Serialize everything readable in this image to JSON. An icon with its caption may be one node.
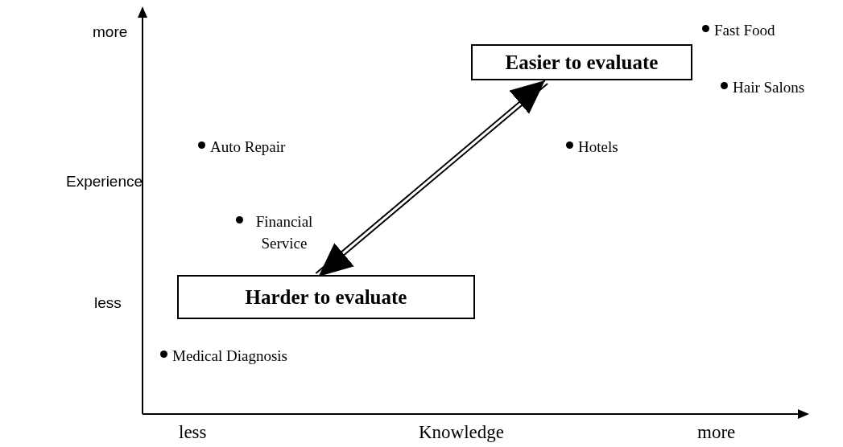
{
  "diagram": {
    "nodes": [
      {
        "text": [
          "Easier to evaluate"
        ]
      },
      {
        "text": [
          "Harder to evaluate"
        ]
      }
    ],
    "edges": [
      {
        "from": 1,
        "to": 0,
        "arrow": "both"
      }
    ],
    "labels": [
      "more",
      "Fast Food",
      "Hair Salons",
      "Auto Repair",
      "Hotels",
      "Experience",
      "Financial Service",
      "less",
      "Medical Diagnosis",
      "less",
      "Knowledge",
      "more"
    ]
  }
}
